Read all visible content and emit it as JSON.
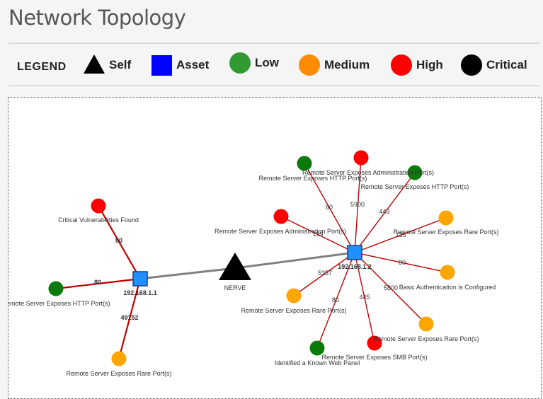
{
  "title": "Network Topology",
  "legend": {
    "title": "LEGEND",
    "items": [
      {
        "label": "Self",
        "shape": "triangle",
        "color": "#000000"
      },
      {
        "label": "Asset",
        "shape": "square",
        "color": "#0000ff"
      },
      {
        "label": "Low",
        "shape": "circle",
        "color": "#339933"
      },
      {
        "label": "Medium",
        "shape": "circle",
        "color": "#ff8c00"
      },
      {
        "label": "High",
        "shape": "circle",
        "color": "#ff0000"
      },
      {
        "label": "Critical",
        "shape": "circle",
        "color": "#000000"
      }
    ]
  },
  "colors": {
    "low": "#0a7a0a",
    "medium": "#ffa500",
    "high": "#ff0000",
    "critical": "#000000",
    "asset": "#1e90ff",
    "self": "#000000",
    "edge": "#c00000",
    "link": "#808080"
  },
  "graph": {
    "self": {
      "label": "NERVE"
    },
    "assets": [
      {
        "id": "a1",
        "label": "192.168.1.1"
      },
      {
        "id": "a2",
        "label": "192.168.1.2"
      }
    ],
    "findings": [
      {
        "asset": "a1",
        "severity": "high",
        "label": "Critical Vulnerabilities Found",
        "port": "80"
      },
      {
        "asset": "a1",
        "severity": "low",
        "label": "Remote Server Exposes HTTP Port(s)",
        "port": "80"
      },
      {
        "asset": "a1",
        "severity": "medium",
        "label": "Remote Server Exposes Rare Port(s)",
        "port": "49152"
      },
      {
        "asset": "a2",
        "severity": "low",
        "label": "Remote Server Exposes HTTP Port(s)",
        "port": "80"
      },
      {
        "asset": "a2",
        "severity": "high",
        "label": "Remote Server Exposes Administration Port(s)",
        "port": "5900"
      },
      {
        "asset": "a2",
        "severity": "low",
        "label": "Remote Server Exposes HTTP Port(s)",
        "port": "443"
      },
      {
        "asset": "a2",
        "severity": "high",
        "label": "Remote Server Exposes Administration Port(s)",
        "port": "139"
      },
      {
        "asset": "a2",
        "severity": "medium",
        "label": "Remote Server Exposes Rare Port(s)",
        "port": "135"
      },
      {
        "asset": "a2",
        "severity": "medium",
        "label": "Basic Authentication is Configured",
        "port": "80"
      },
      {
        "asset": "a2",
        "severity": "medium",
        "label": "Remote Server Exposes Rare Port(s)",
        "port": "5357"
      },
      {
        "asset": "a2",
        "severity": "medium",
        "label": "Remote Server Exposes Rare Port(s)",
        "port": "5800"
      },
      {
        "asset": "a2",
        "severity": "high",
        "label": "Remote Server Exposes SMB Port(s)",
        "port": "445"
      },
      {
        "asset": "a2",
        "severity": "low",
        "label": "Identified a Known Web Panel",
        "port": "80"
      }
    ]
  }
}
